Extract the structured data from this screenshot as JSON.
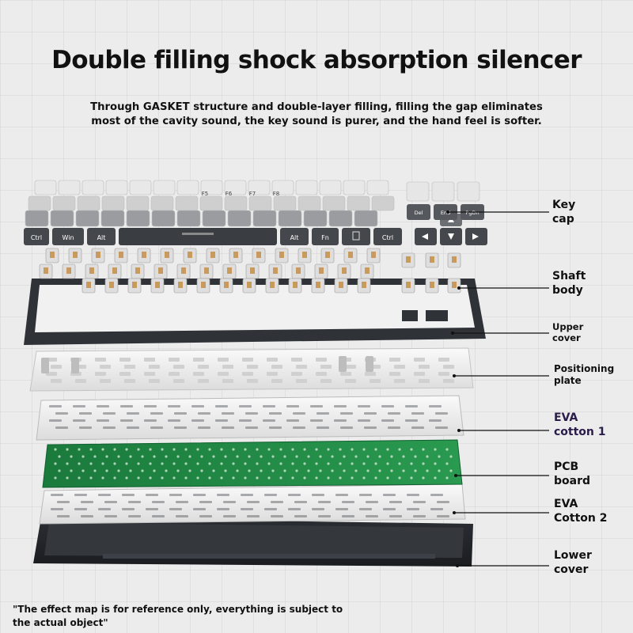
{
  "title": "Double filling shock absorption silencer",
  "subtitle": "Through GASKET structure and double-layer filling, filling the gap eliminates most of the cavity sound, the key sound is purer, and the hand feel is softer.",
  "layers": [
    {
      "id": "key-cap",
      "lines": [
        "Key",
        "cap"
      ]
    },
    {
      "id": "shaft-body",
      "lines": [
        "Shaft",
        "body"
      ]
    },
    {
      "id": "upper-cover",
      "lines": [
        "Upper",
        "cover"
      ]
    },
    {
      "id": "positioning-plate",
      "lines": [
        "Positioning",
        "plate"
      ]
    },
    {
      "id": "eva-cotton-1",
      "lines": [
        "EVA",
        "cotton 1"
      ]
    },
    {
      "id": "pcb-board",
      "lines": [
        "PCB",
        "board"
      ]
    },
    {
      "id": "eva-cotton-2",
      "lines": [
        "EVA",
        "Cotton 2"
      ]
    },
    {
      "id": "lower-cover",
      "lines": [
        "Lower",
        "cover"
      ]
    }
  ],
  "keyboard": {
    "fn_legends": [
      "F5",
      "F6",
      "F7",
      "F8"
    ],
    "bottom_row_left": [
      "Ctrl",
      "Win",
      "Alt"
    ],
    "bottom_row_right": [
      "Alt",
      "Fn",
      "Ctrl"
    ],
    "nav_keys": [
      "Del",
      "End",
      "PgDn"
    ],
    "arrow_icons": [
      "arrow-left",
      "arrow-down",
      "arrow-right"
    ],
    "colors": {
      "pcb": "#1f8a44",
      "case": "#2f3338",
      "keycap_dark": "#4a4d52",
      "keycap_light": "#e4e4e4"
    }
  },
  "footnote": "\"The effect map is for reference only, everything is subject to the actual object\""
}
